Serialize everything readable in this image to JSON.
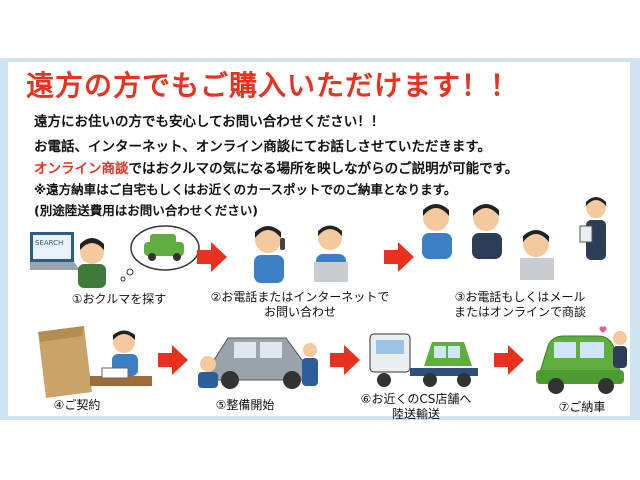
{
  "title": "遠方の方でもご購入いただけます！！",
  "lines": {
    "l1": "遠方にお住いの方でも安心してお問い合わせください！！",
    "l2": "お電話、インターネット、オンライン商談にてお話しさせていただきます。",
    "l3_red": "オンライン商談",
    "l3_rest": "ではおクルマの気になる場所を映しながらのご説明が可能です。",
    "l4": "※遠方納車はご自宅もしくはお近くのカースポットでのご納車となります。",
    "l5": "(別途陸送費用はお問い合わせください)"
  },
  "steps": {
    "s1": "①おクルマを探す",
    "s2a": "②お電話またはインターネットで",
    "s2b": "お問い合わせ",
    "s3a": "③お電話もしくはメール",
    "s3b": "またはオンラインで商談",
    "s4": "④ご契約",
    "s5": "⑤整備開始",
    "s6a": "⑥お近くのCS店舗へ",
    "s6b": "陸送輸送",
    "s7": "⑦ご納車"
  },
  "laptop_screen_text": "SEARCH",
  "colors": {
    "title_red": "#e8311f",
    "frame_blue": "#cfe3f3",
    "car_green": "#5fae3e",
    "arrow_red": "#e8311f"
  }
}
